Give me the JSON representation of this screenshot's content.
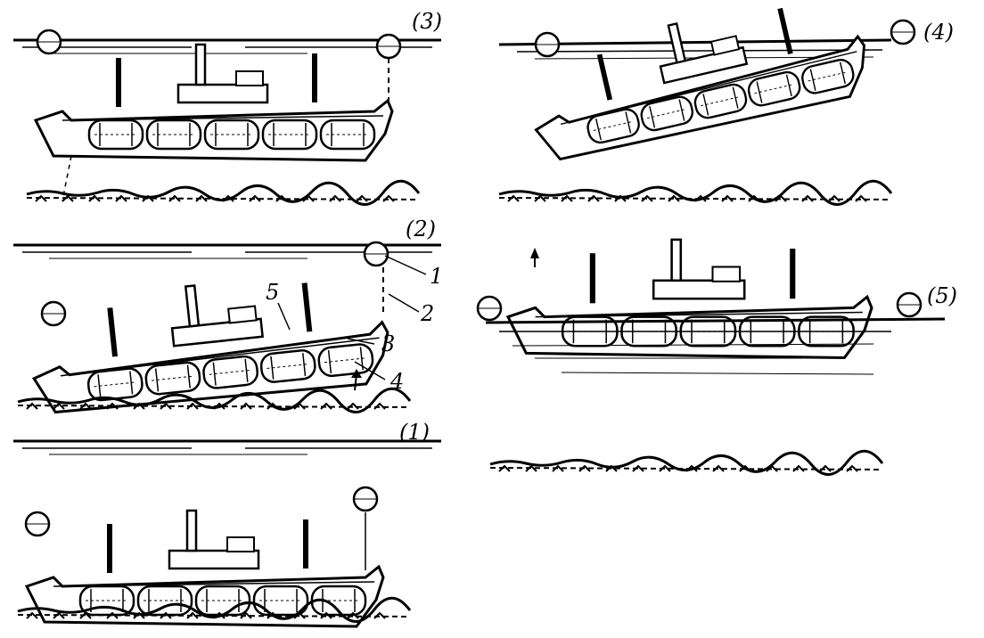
{
  "figure": {
    "panels": [
      {
        "label": "(1)",
        "caption": ""
      },
      {
        "label": "(2)",
        "caption": ""
      },
      {
        "label": "(3)",
        "caption": ""
      },
      {
        "label": "(4)",
        "caption": ""
      },
      {
        "label": "(5)",
        "caption": ""
      }
    ],
    "callouts": [
      "1",
      "2",
      "3",
      "4",
      "5"
    ],
    "colors": {
      "ink": "#000000",
      "paper": "#ffffff"
    }
  }
}
